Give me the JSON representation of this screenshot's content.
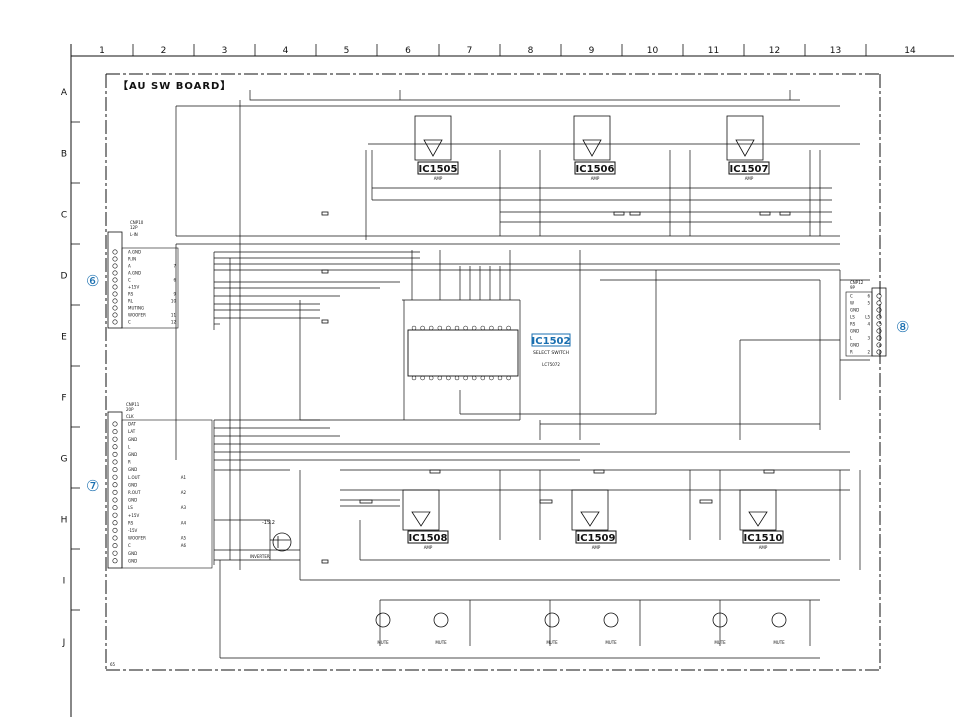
{
  "columns": [
    "1",
    "2",
    "3",
    "4",
    "5",
    "6",
    "7",
    "8",
    "9",
    "10",
    "11",
    "12",
    "13",
    "14"
  ],
  "rows": [
    "A",
    "B",
    "C",
    "D",
    "E",
    "F",
    "G",
    "H",
    "I",
    "J"
  ],
  "board_title": "【AU SW BOARD】",
  "connectors": {
    "c6": {
      "number": "⑥",
      "ref": "CNP10",
      "sub": "12P",
      "head": "L-IN",
      "pins": [
        {
          "name": "A.GND",
          "num": ""
        },
        {
          "name": "R.IN",
          "num": ""
        },
        {
          "name": "A",
          "num": "7"
        },
        {
          "name": "A.GND",
          "num": ""
        },
        {
          "name": "C",
          "num": "6"
        },
        {
          "name": "+15V",
          "num": ""
        },
        {
          "name": "RS",
          "num": "9"
        },
        {
          "name": "RL",
          "num": "10"
        },
        {
          "name": "MUTING",
          "num": ""
        },
        {
          "name": "WOOFER",
          "num": "11"
        },
        {
          "name": "C",
          "num": "12"
        }
      ]
    },
    "c7": {
      "number": "⑦",
      "ref": "CNP11",
      "sub": "20P",
      "head": "CLK",
      "pins": [
        {
          "name": "DAT",
          "num": ""
        },
        {
          "name": "LAT",
          "num": ""
        },
        {
          "name": "GND",
          "num": ""
        },
        {
          "name": "L",
          "num": ""
        },
        {
          "name": "GND",
          "num": ""
        },
        {
          "name": "R",
          "num": ""
        },
        {
          "name": "GND",
          "num": ""
        },
        {
          "name": "L.OUT",
          "num": "A1"
        },
        {
          "name": "GND",
          "num": ""
        },
        {
          "name": "R.OUT",
          "num": "A2"
        },
        {
          "name": "GND",
          "num": ""
        },
        {
          "name": "LS",
          "num": "A3"
        },
        {
          "name": "+15V",
          "num": ""
        },
        {
          "name": "RS",
          "num": "A4"
        },
        {
          "name": "-15V",
          "num": ""
        },
        {
          "name": "WOOFER",
          "num": "A5"
        },
        {
          "name": "C",
          "num": "A6"
        },
        {
          "name": "GND",
          "num": ""
        },
        {
          "name": "GND",
          "num": ""
        }
      ]
    },
    "c8": {
      "number": "⑧",
      "ref": "CNP12",
      "sub": "9P",
      "pins": [
        {
          "name": "C",
          "num": "6"
        },
        {
          "name": "W",
          "num": "5"
        },
        {
          "name": "GND",
          "num": ""
        },
        {
          "name": "LS",
          "num": "L5"
        },
        {
          "name": "RS",
          "num": "4"
        },
        {
          "name": "GND",
          "num": ""
        },
        {
          "name": "L",
          "num": "3"
        },
        {
          "name": "GND",
          "num": ""
        },
        {
          "name": "R",
          "num": "2"
        }
      ]
    }
  },
  "ics": {
    "ic1505": {
      "ref": "IC1505",
      "func": "AMP"
    },
    "ic1506": {
      "ref": "IC1506",
      "func": "AMP"
    },
    "ic1507": {
      "ref": "IC1507",
      "func": "AMP"
    },
    "ic1502": {
      "ref": "IC1502",
      "func": "SELECT SWITCH",
      "part": "LC75072"
    },
    "ic1508": {
      "ref": "IC1508",
      "func": "AMP"
    },
    "ic1509": {
      "ref": "IC1509",
      "func": "AMP"
    },
    "ic1510": {
      "ref": "IC1510",
      "func": "AMP"
    }
  },
  "misc": {
    "inverter_label": "INVERTER",
    "minus15": "-15.2",
    "mute": "MUTE",
    "page_marker": "65"
  },
  "colors": {
    "line": "#111111",
    "ic_highlight": "#1a6fb0",
    "circle_number": "#1a6fb0"
  }
}
